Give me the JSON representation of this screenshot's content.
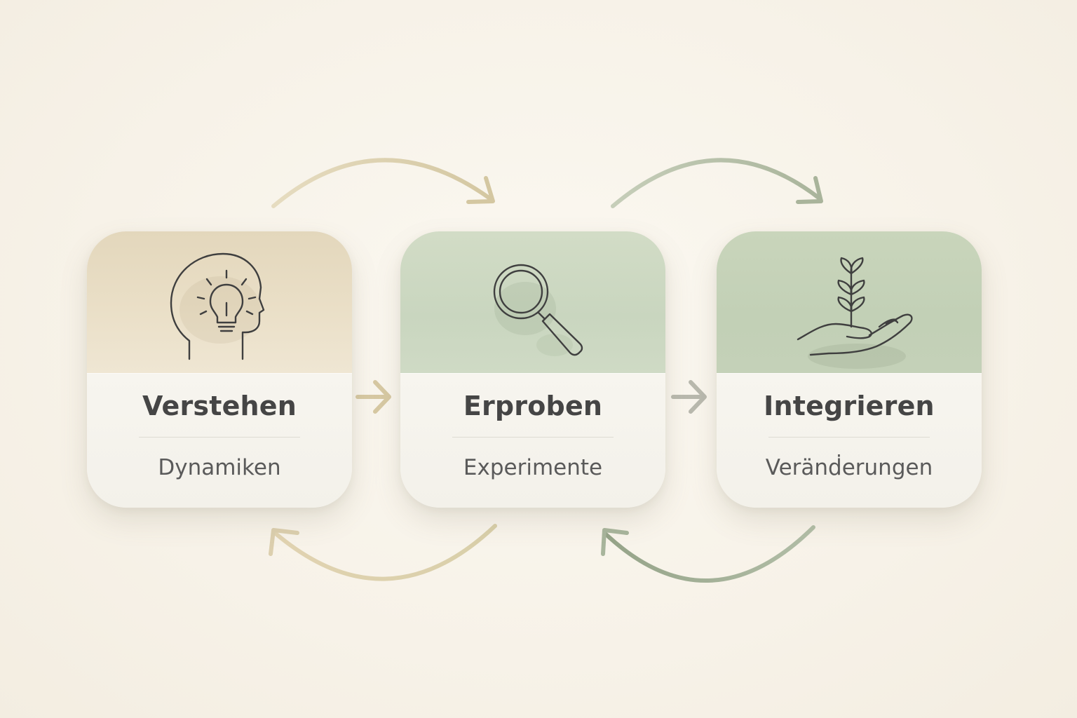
{
  "steps": [
    {
      "title": "Verstehen",
      "subtitle": "Dynamiken",
      "icon": "head-lightbulb-icon",
      "color": "#e3d7bc"
    },
    {
      "title": "Erproben",
      "subtitle": "Experimente",
      "icon": "magnifying-glass-icon",
      "color": "#cfdac5"
    },
    {
      "title": "Integrieren",
      "subtitle": "Veränḋerungen",
      "icon": "hand-plant-icon",
      "color": "#c4d1b8"
    }
  ],
  "colors": {
    "background": "#f8f4ec",
    "text_title": "#454545",
    "text_subtitle": "#5a5a5a",
    "arrow_warm": "#d6c9a4",
    "arrow_green": "#a8b59c",
    "icon_stroke": "#3f3f3f"
  }
}
